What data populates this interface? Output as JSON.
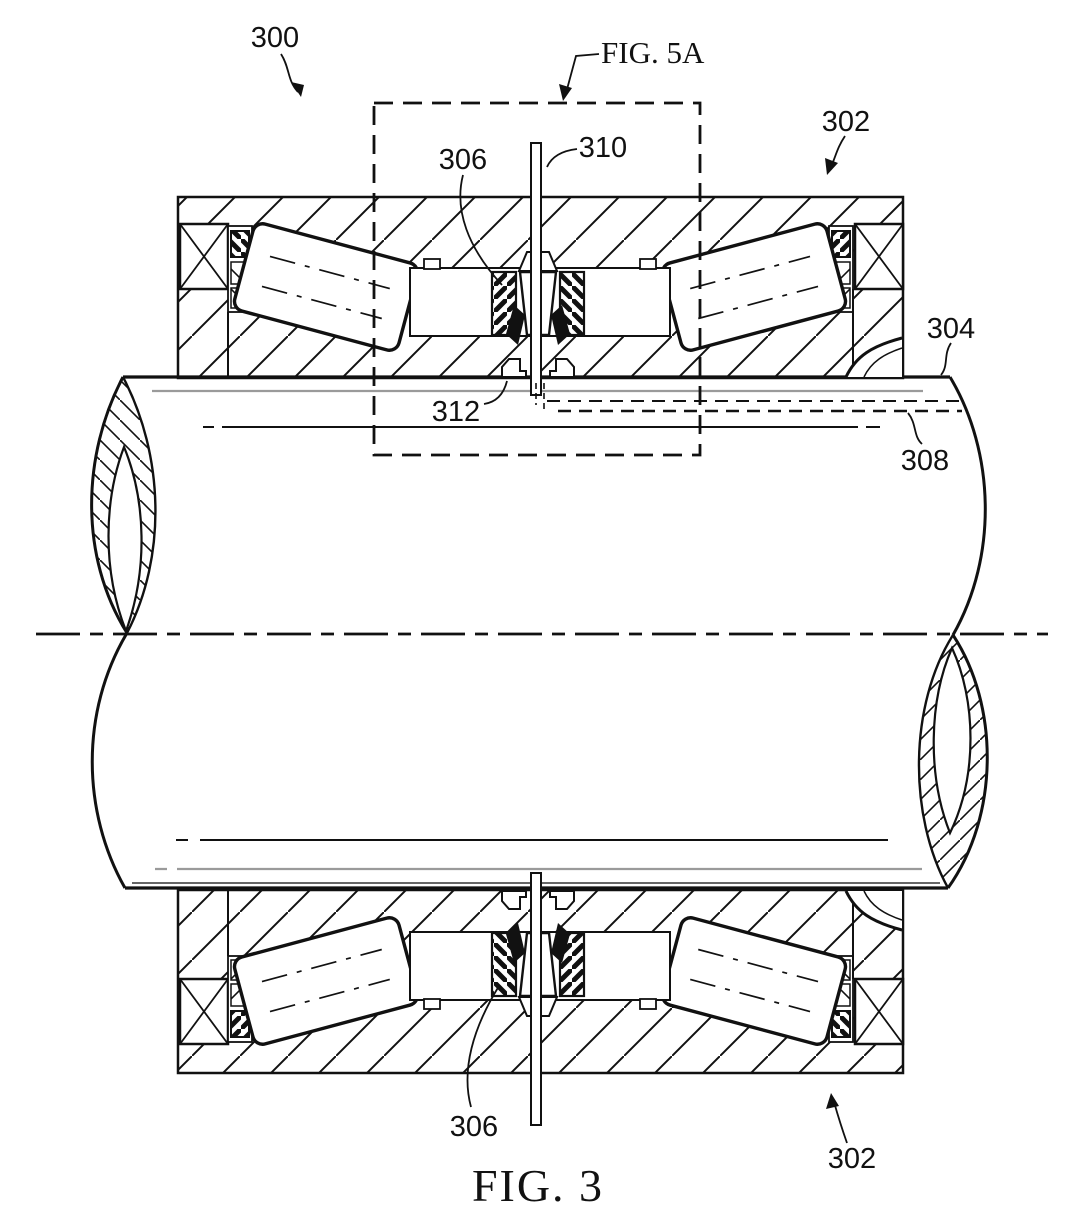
{
  "caption": "FIG. 3",
  "detail_box_label": "FIG. 5A",
  "labels": {
    "assembly": "300",
    "housing_upper": "302",
    "housing_lower": "302",
    "shaft": "304",
    "seal_upper": "306",
    "seal_lower": "306",
    "bore": "308",
    "pin": "310",
    "notch": "312"
  },
  "colors": {
    "ink": "#111111",
    "secondary_line": "#9a9a9a",
    "background": "#ffffff"
  }
}
